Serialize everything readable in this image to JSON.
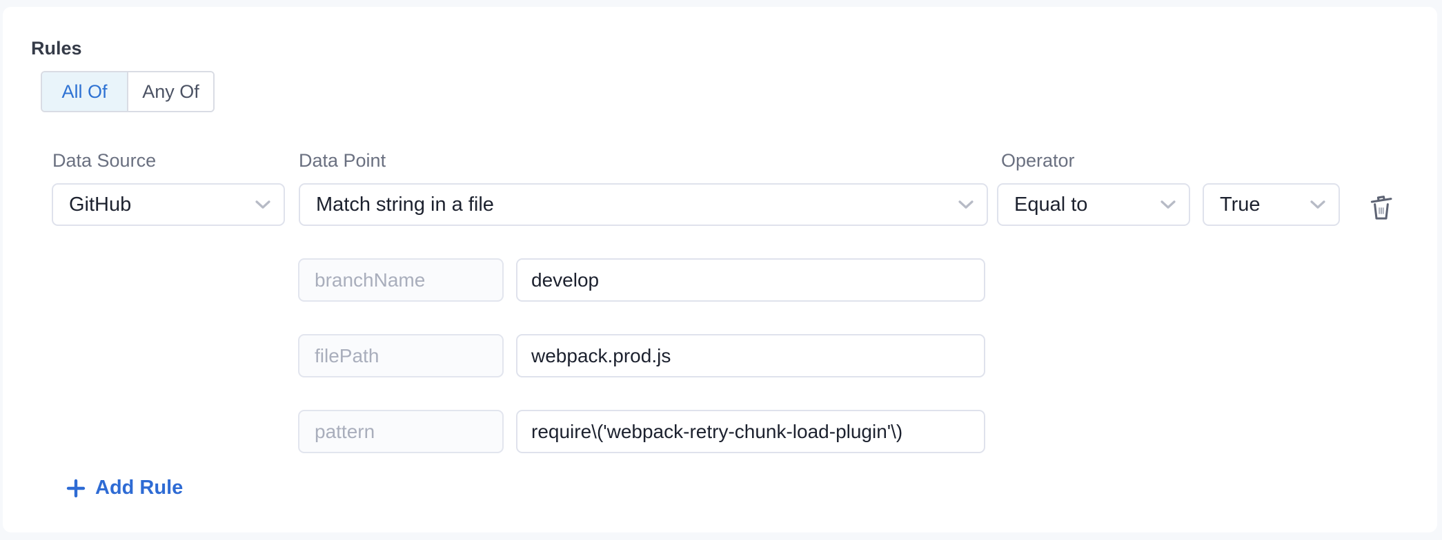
{
  "colors": {
    "page_background": "#f6f8fb",
    "card_background": "#ffffff",
    "accent_blue": "#2e6bd4",
    "toggle_active_bg": "#e9f4fa",
    "toggle_active_text": "#2e72d3",
    "control_border": "#dfe2ec",
    "label_gray": "#6a7080",
    "value_text": "#1c212e",
    "param_name_text": "#a9aebc",
    "icon_gray": "#5d6373"
  },
  "rules_section": {
    "heading": "Rules",
    "toggle": {
      "all_of": "All Of",
      "any_of": "Any Of",
      "selected": "All Of"
    },
    "fields": {
      "data_source_label": "Data Source",
      "data_source_value": "GitHub",
      "data_point_label": "Data Point",
      "data_point_value": "Match string in a file",
      "operator_label": "Operator",
      "operator_value": "Equal to",
      "operand_value": "True"
    },
    "icons": {
      "dropdown": "chevron-down-icon",
      "delete": "trash-icon",
      "add": "plus-icon"
    },
    "params": [
      {
        "name": "branchName",
        "value": "develop"
      },
      {
        "name": "filePath",
        "value": "webpack.prod.js"
      },
      {
        "name": "pattern",
        "value": "require\\('webpack-retry-chunk-load-plugin'\\)"
      }
    ],
    "add_rule_label": "Add Rule"
  }
}
